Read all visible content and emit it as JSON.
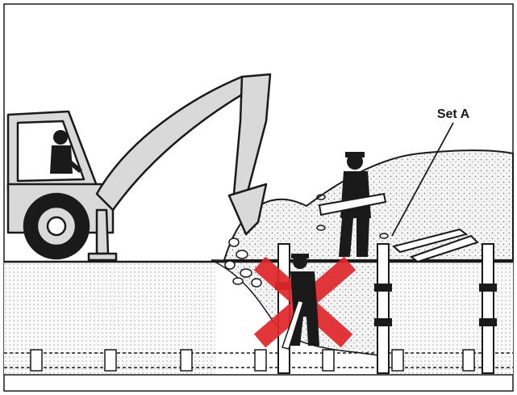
{
  "diagram": {
    "callout_label": "Set A",
    "colors": {
      "background": "#ffffff",
      "outline": "#1a1a1a",
      "soil_fill": "#eeeeee",
      "machine_fill": "#d9d9d9",
      "warning_cross": "#e0262b",
      "worker_silhouette": "#1a1a1a"
    },
    "icons": [
      "excavator",
      "worker-carrying-board",
      "worker-in-trench",
      "warning-cross",
      "shoring-post",
      "lumber-boards"
    ]
  }
}
